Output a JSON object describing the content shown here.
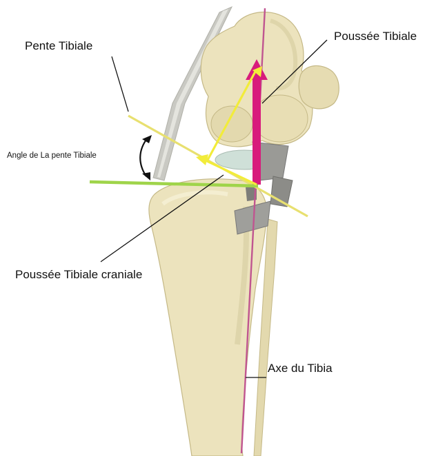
{
  "labels": {
    "tibial_slope": "Pente Tibiale",
    "tibial_thrust": "Poussée Tibiale",
    "tibial_slope_angle": "Angle de La pente Tibiale",
    "cranial_tibial_thrust": "Poussée Tibiale craniale",
    "tibial_axis": "Axe du Tibia"
  },
  "colors": {
    "bone": "#ece3bd",
    "bone_shadow": "#d6cb9e",
    "bone_dark": "#c4b886",
    "thrust_arrow": "#d81b7c",
    "tibial_axis_line": "#c05590",
    "slope_line": "#e8e070",
    "horizontal_line": "#9fd44a",
    "cranial_vector": "#f2ec3a",
    "implant_plate": "#8d8d8d",
    "leader_line": "#111111"
  }
}
